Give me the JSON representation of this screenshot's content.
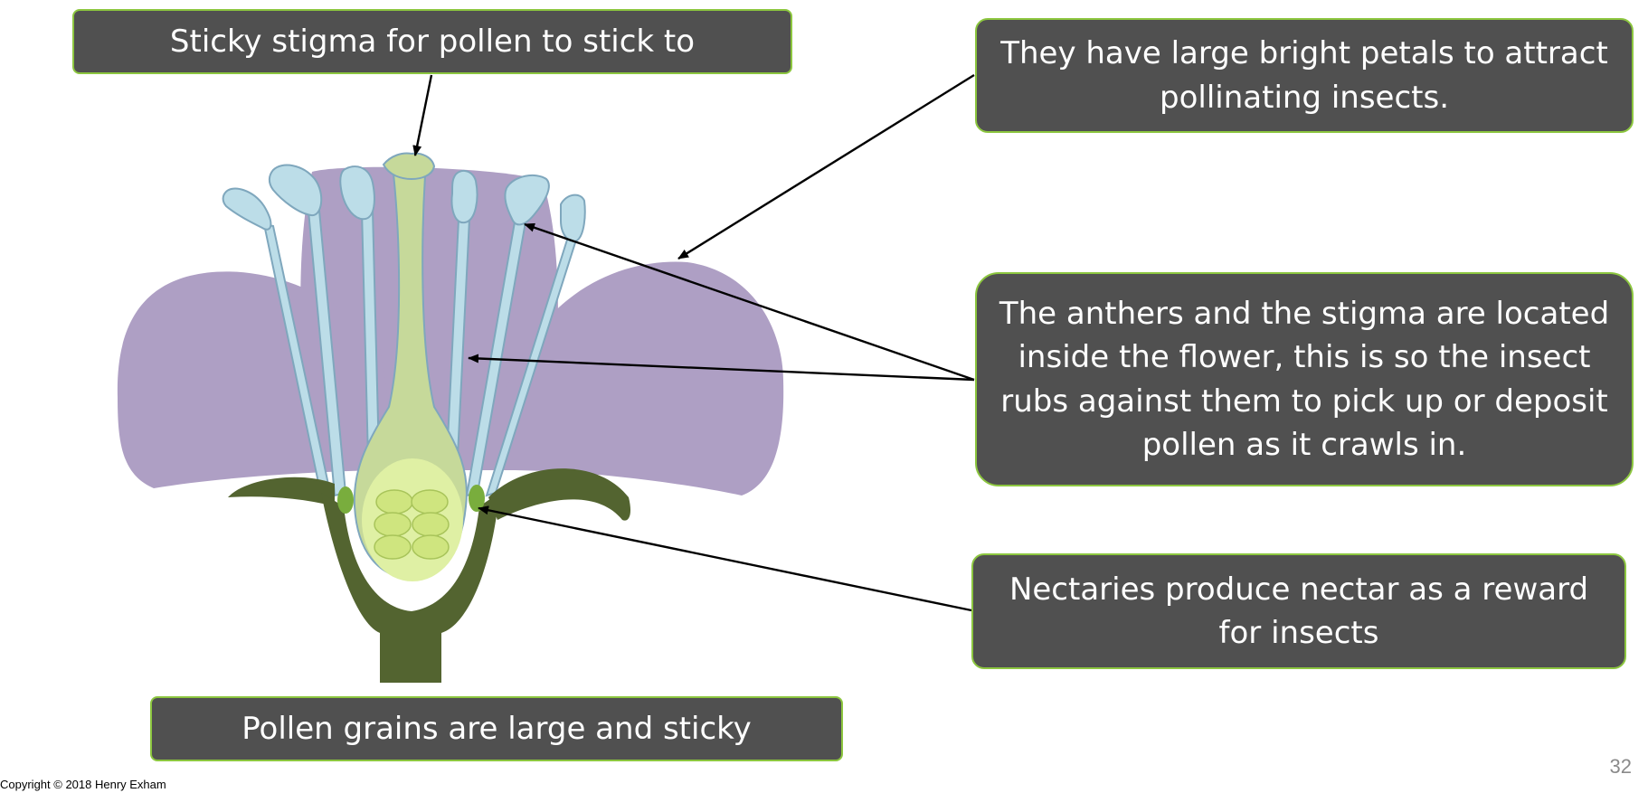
{
  "labels": {
    "stigma": "Sticky stigma for pollen to stick to",
    "petals": "They have large bright petals to attract pollinating insects.",
    "anthers": "The anthers and the stigma are located inside the flower, this is so the insect rubs against them to pick up or deposit pollen as it crawls in.",
    "nectaries": "Nectaries produce nectar as a reward for insects",
    "pollen": "Pollen grains are large and sticky"
  },
  "footer": {
    "copyright": "Copyright © 2018 Henry Exham",
    "page_number": "32"
  },
  "colors": {
    "box_fill": "#505050",
    "box_border": "#8cc63f",
    "box_text": "#ffffff",
    "petal": "#ae9fc4",
    "anther": "#bcdde8",
    "style": "#c6d99a",
    "ovary": "#dff0a4",
    "sepal": "#536430",
    "nectary": "#79ad3d"
  }
}
